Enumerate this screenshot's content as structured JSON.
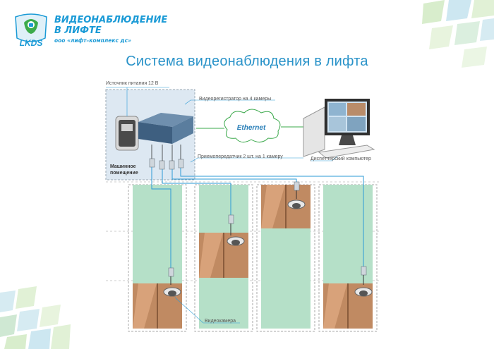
{
  "logo": {
    "brand": "LKDS",
    "line1": "ВИДЕОНАБЛЮДЕНИЕ",
    "line2": "В ЛИФТЕ",
    "company": "ооо «лифт–комплекс дс»"
  },
  "title": "Система видеонаблюдения в лифта",
  "labels": {
    "power": "Источник питания 12 В",
    "recorder": "Видеорегистратор на 4 камеры",
    "transceiver": "Приемопередатчик 2 шт. на 1 камеру",
    "computer": "Диспетчерский компьютер",
    "machine_room": "Машинное помещение",
    "ethernet": "Ethernet",
    "camera": "Видеокамера"
  },
  "colors": {
    "accent": "#2a93c9",
    "shaft": "#b5e0c8",
    "cabin": "#c08a62",
    "cable": "#2a9ad6",
    "ethernet_line": "#3aa84a"
  }
}
